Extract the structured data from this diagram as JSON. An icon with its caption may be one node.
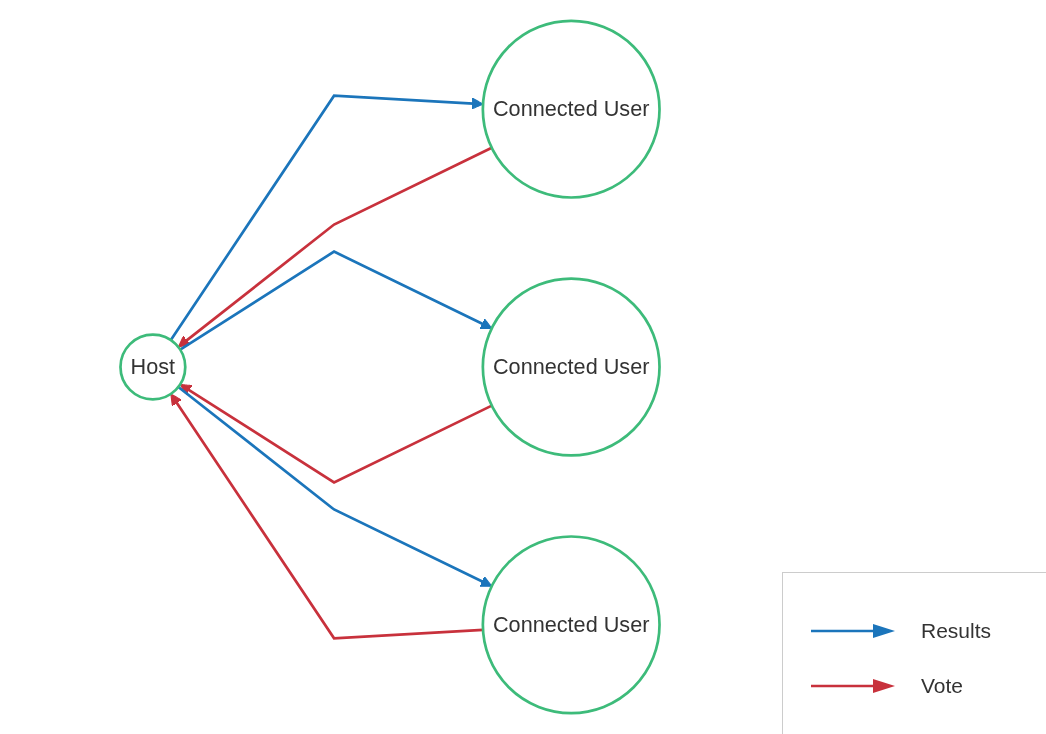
{
  "diagram": {
    "nodes": [
      {
        "text": [
          "Host"
        ]
      },
      {
        "text": [
          "Connected User"
        ]
      },
      {
        "text": [
          "Connected User"
        ]
      },
      {
        "text": [
          "Connected User"
        ]
      }
    ],
    "edges": [
      {
        "from": 1,
        "to": 0,
        "arrow": "to",
        "color": "#c8313c"
      },
      {
        "from": 0,
        "to": 1,
        "arrow": "to",
        "color": "#1b75bb"
      },
      {
        "from": 2,
        "to": 0,
        "arrow": "to",
        "color": "#c8313c"
      },
      {
        "from": 0,
        "to": 2,
        "arrow": "to",
        "color": "#1b75bb"
      },
      {
        "from": 0,
        "to": 3,
        "arrow": "to",
        "color": "#1b75bb"
      },
      {
        "from": 3,
        "to": 0,
        "arrow": "to",
        "color": "#c8313c"
      }
    ],
    "legend": [
      {
        "text": "Results"
      },
      {
        "text": "Vote"
      }
    ]
  }
}
